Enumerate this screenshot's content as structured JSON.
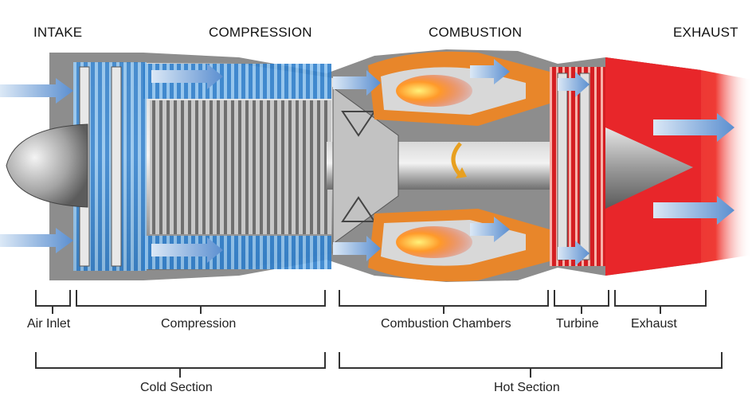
{
  "stages": {
    "intake": "INTAKE",
    "compression": "COMPRESSION",
    "combustion": "COMBUSTION",
    "exhaust": "EXHAUST"
  },
  "parts": {
    "air_inlet": "Air Inlet",
    "compression": "Compression",
    "combustion_chambers": "Combustion Chambers",
    "turbine": "Turbine",
    "exhaust": "Exhaust"
  },
  "sections": {
    "cold": "Cold Section",
    "hot": "Hot Section"
  },
  "colors": {
    "airflow": "#5b8fd0",
    "compressor_blue": "#3f8fd6",
    "combustion_orange": "#e8862a",
    "flame": "#f04a1c",
    "exhaust_red": "#e8262a",
    "metal": "#9a9a9a"
  }
}
